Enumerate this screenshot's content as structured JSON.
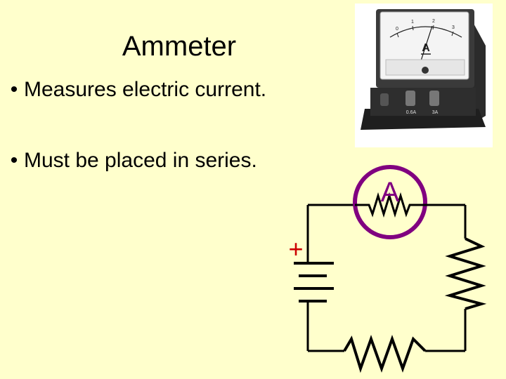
{
  "slide": {
    "title": "Ammeter",
    "bullets": [
      "Measures electric current.",
      "Must be placed in series."
    ],
    "bullet_glyph": "•"
  },
  "ammeter_photo": {
    "dial_symbol": "A",
    "scale_labels": [
      "0",
      "1",
      "2",
      "3"
    ],
    "terminal_labels": [
      "0.6A",
      "3A"
    ]
  },
  "circuit": {
    "ammeter_symbol": "A",
    "battery_polarity": "+",
    "colors": {
      "wire": "#000000",
      "ammeter": "#800080",
      "plus": "#cc0000"
    }
  }
}
